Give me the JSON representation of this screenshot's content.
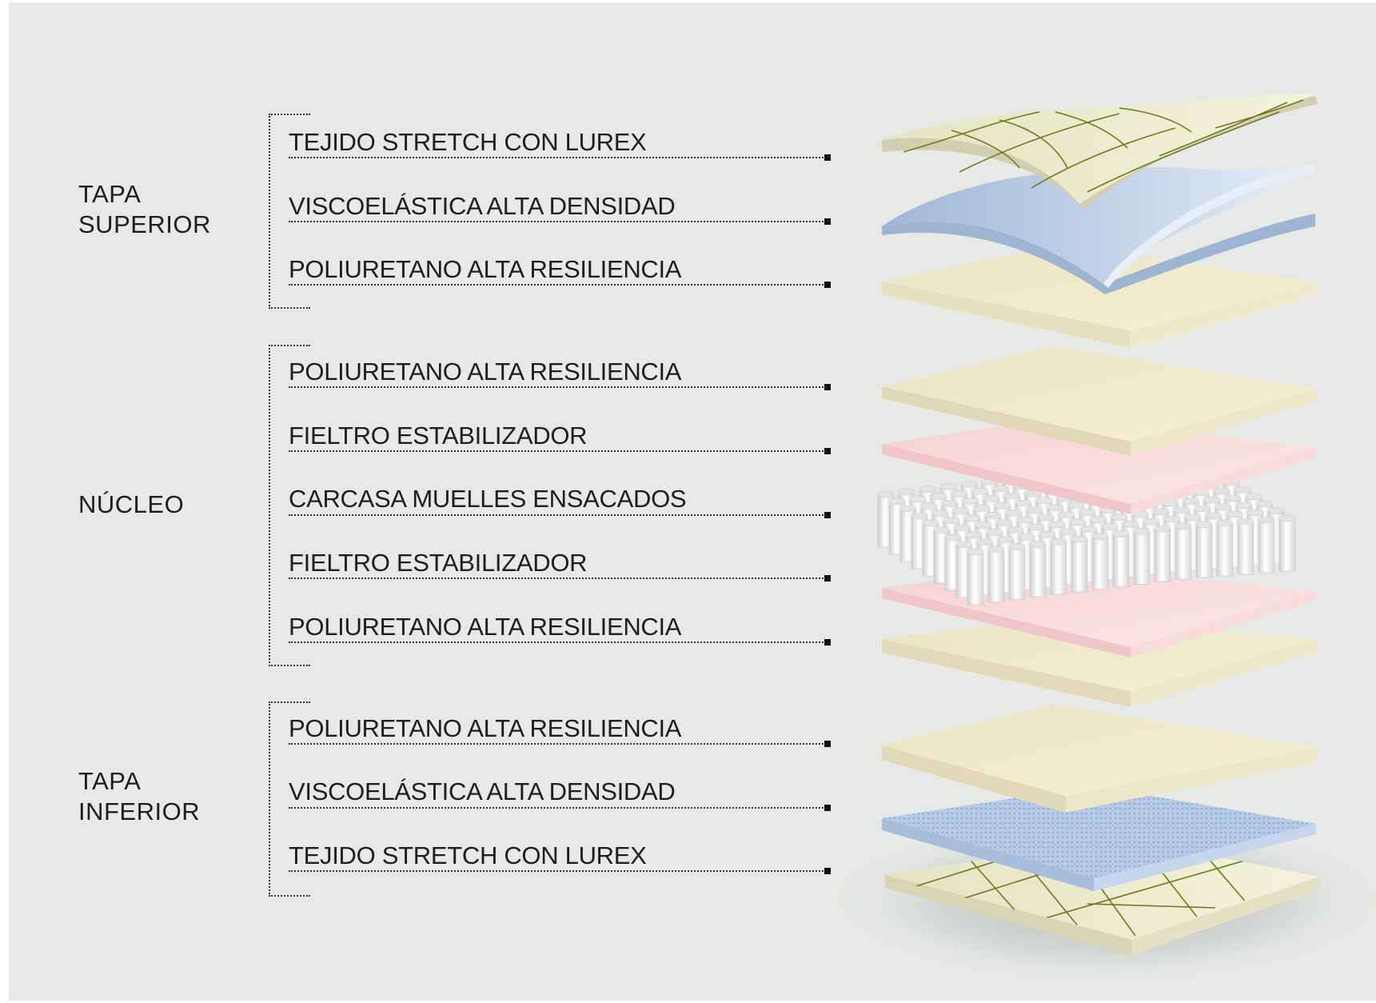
{
  "groups": [
    {
      "name": "TAPA\nSUPERIOR",
      "layers": [
        "TEJIDO STRETCH CON LUREX",
        "VISCOELÁSTICA ALTA DENSIDAD",
        "POLIURETANO ALTA RESILIENCIA"
      ]
    },
    {
      "name": "NÚCLEO",
      "layers": [
        "POLIURETANO ALTA RESILIENCIA",
        "FIELTRO ESTABILIZADOR",
        "CARCASA MUELLES ENSACADOS",
        "FIELTRO ESTABILIZADOR",
        "POLIURETANO ALTA RESILIENCIA"
      ]
    },
    {
      "name": "TAPA\nINFERIOR",
      "layers": [
        "POLIURETANO ALTA RESILIENCIA",
        "VISCOELÁSTICA ALTA DENSIDAD",
        "TEJIDO STRETCH CON LUREX"
      ]
    }
  ],
  "colors": {
    "background": "#e6e9e5",
    "fabric": "#eef0d0",
    "visco": "#b9cde6",
    "foam": "#f0ead0",
    "felt": "#f9d6d6",
    "springs": "#f4f4f4",
    "text": "#1e1e1e"
  }
}
